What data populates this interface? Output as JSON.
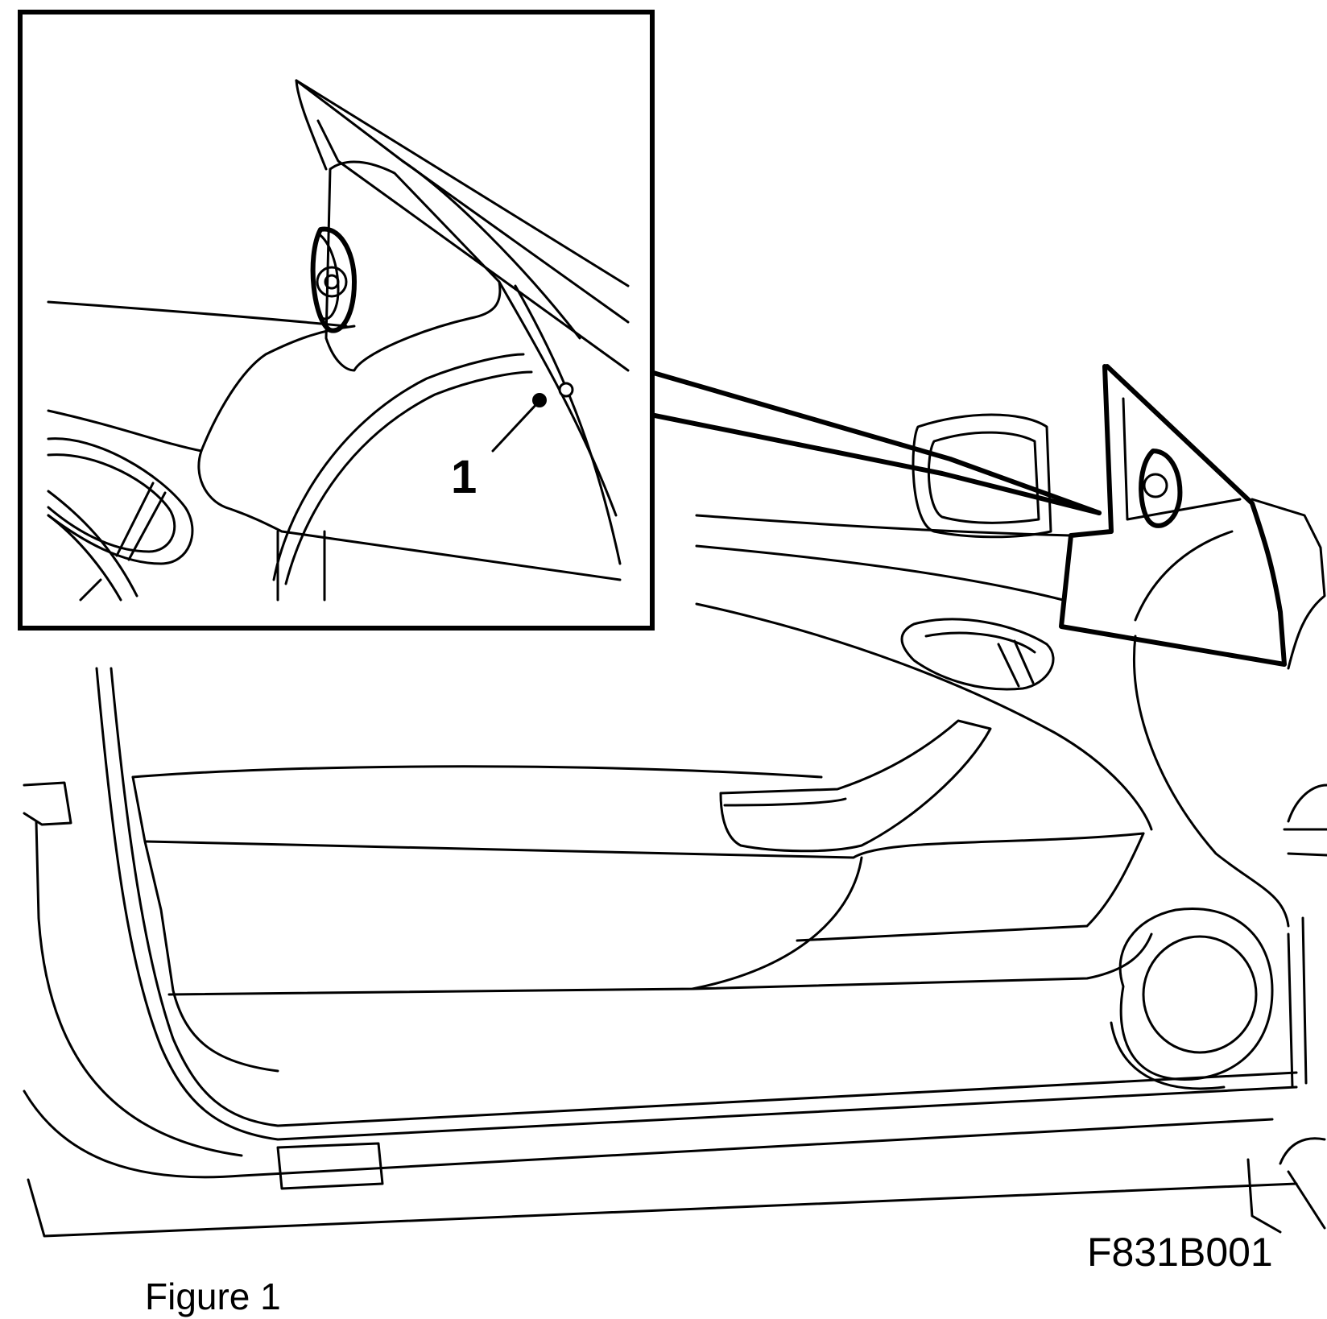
{
  "callout": {
    "number": "1"
  },
  "code": "F831B001",
  "caption": "Figure 1"
}
